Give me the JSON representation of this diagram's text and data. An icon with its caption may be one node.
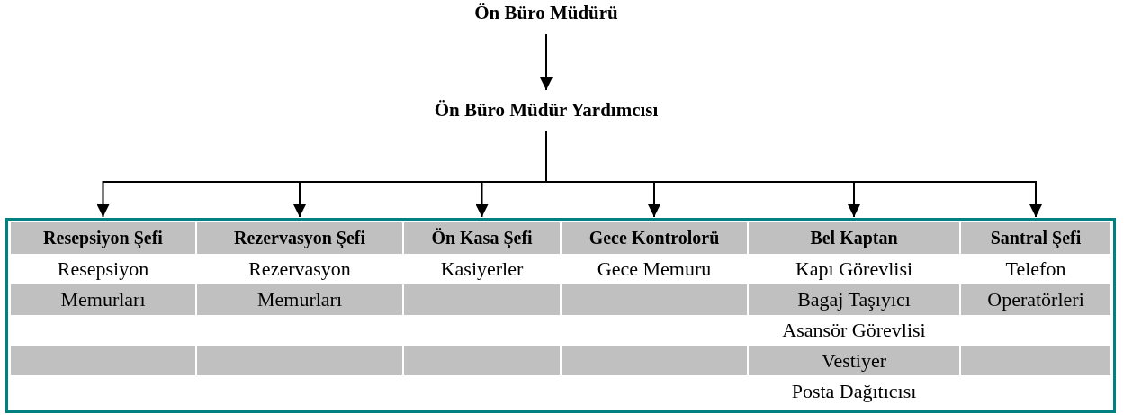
{
  "diagram": {
    "nodes": [
      {
        "text": [
          "Ön Büro Müdürü"
        ]
      },
      {
        "text": [
          "Ön Büro Müdür Yardımcısı"
        ]
      },
      {
        "text": [],
        "shape": "box"
      },
      {
        "text": [
          "Resepsiyon Şefi",
          "Resepsiyon Memurları"
        ],
        "in": 2
      },
      {
        "text": [
          "Rezervasyon Şefi",
          "Rezervasyon Memurları"
        ],
        "in": 2
      },
      {
        "text": [
          "Ön Kasa Şefi",
          "Kasiyerler"
        ],
        "in": 2
      },
      {
        "text": [
          "Gece Kontrolorü",
          "Gece Memuru"
        ],
        "in": 2
      },
      {
        "text": [
          "Bel Kaptan",
          "Kapı Görevlisi",
          "Bagaj Taşıyıcı",
          "Asansör Görevlisi",
          "Vestiyer",
          "Posta Dağıtıcısı"
        ],
        "in": 2
      },
      {
        "text": [
          "Santral Şefi",
          "Telefon Operatörleri"
        ],
        "in": 2
      }
    ],
    "edges": [
      {
        "from": 0,
        "to": 1,
        "arrow": "to"
      },
      {
        "from": 1,
        "to": 3,
        "arrow": "to"
      },
      {
        "from": 1,
        "to": 4,
        "arrow": "to"
      },
      {
        "from": 1,
        "to": 5,
        "arrow": "to"
      },
      {
        "from": 1,
        "to": 6,
        "arrow": "to"
      },
      {
        "from": 1,
        "to": 7,
        "arrow": "to"
      },
      {
        "from": 1,
        "to": 8,
        "arrow": "to"
      }
    ]
  }
}
